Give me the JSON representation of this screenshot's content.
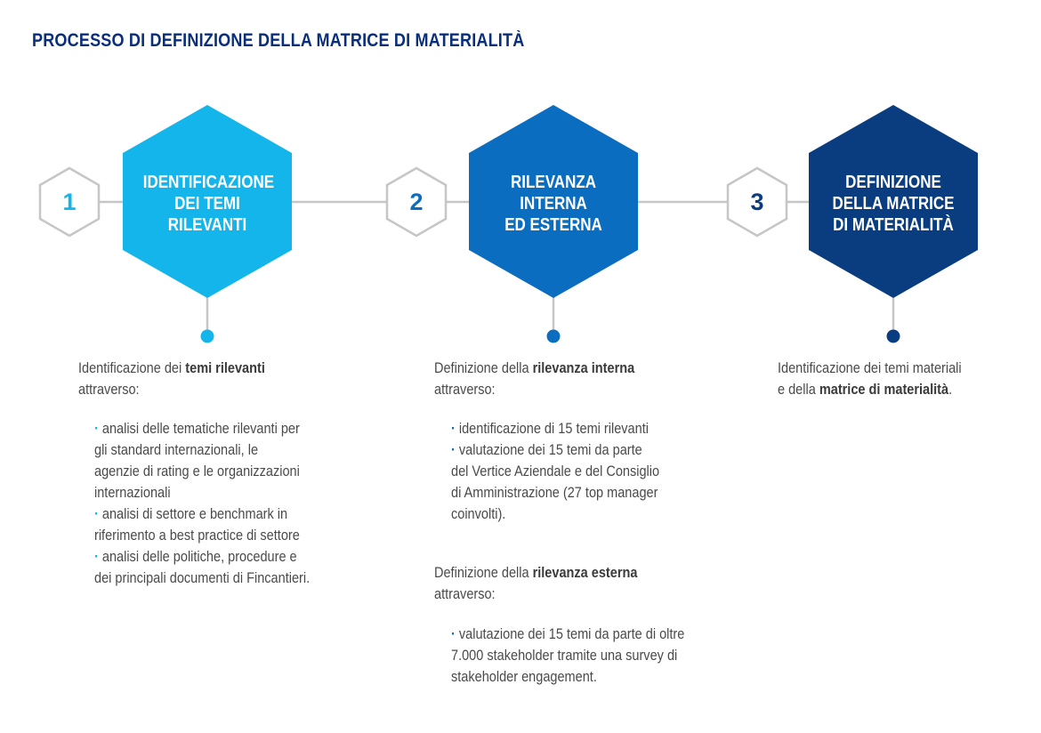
{
  "title": "PROCESSO DI DEFINIZIONE DELLA MATRICE DI MATERIALITÀ",
  "colors": {
    "title": "#0a2f7a",
    "connector": "#c6c6c6",
    "step1": "#13b5ea",
    "step2": "#0b6dbf",
    "step3": "#0a3d80"
  },
  "steps": [
    {
      "number": "1",
      "label_lines": [
        "IDENTIFICAZIONE",
        "DEI TEMI",
        "RILEVANTI"
      ],
      "intro": {
        "text": "Identificazione dei ",
        "bold": "temi rilevanti",
        "line2": "attraverso:"
      },
      "bullets": [
        [
          "analisi delle tematiche rilevanti per",
          "gli standard internazionali, le",
          "agenzie di rating e le organizzazioni",
          "internazionali"
        ],
        [
          "analisi di settore e benchmark in",
          "riferimento a best practice di settore"
        ],
        [
          "analisi delle politiche, procedure e",
          "dei principali documenti di Fincantieri."
        ]
      ]
    },
    {
      "number": "2",
      "label_lines": [
        "RILEVANZA",
        "INTERNA",
        "ED ESTERNA"
      ],
      "intro": {
        "text": "Definizione della ",
        "bold": "rilevanza interna",
        "line2": "attraverso:"
      },
      "bullets": [
        [
          "identificazione di 15 temi rilevanti"
        ],
        [
          "valutazione dei 15 temi da parte",
          "del Vertice Aziendale e del Consiglio",
          "di Amministrazione (27 top manager",
          "coinvolti)."
        ]
      ],
      "intro2": {
        "text": "Definizione della ",
        "bold": "rilevanza esterna",
        "line2": "attraverso:"
      },
      "bullets2": [
        [
          "valutazione dei 15 temi da parte di oltre",
          "7.000 stakeholder tramite una survey di",
          "stakeholder engagement."
        ]
      ]
    },
    {
      "number": "3",
      "label_lines": [
        "DEFINIZIONE",
        "DELLA MATRICE",
        "DI MATERIALITÀ"
      ],
      "intro": {
        "line1": "Identificazione dei temi materiali",
        "text": "e della ",
        "bold": "matrice di materialità",
        "tail": "."
      }
    }
  ]
}
